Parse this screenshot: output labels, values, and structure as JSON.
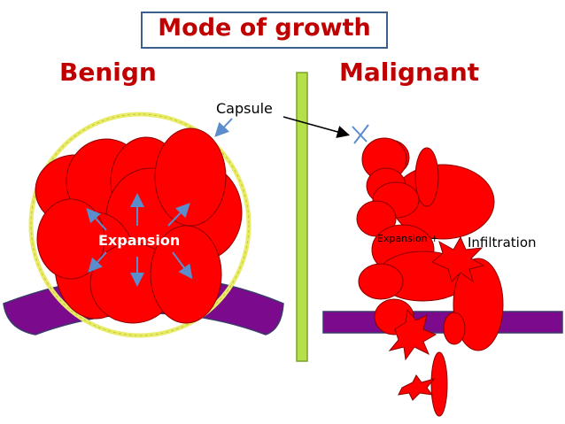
{
  "title": "Mode of growth",
  "benign_label": "Benign",
  "malignant_label": "Malignant",
  "capsule_label": "Capsule",
  "benign_expansion_label": "Expansion",
  "malignant_expansion_label": "Expansion +",
  "infiltration_label": "Infiltration",
  "colors": {
    "title_text": "#c00000",
    "tumor_cell": "#ff0000",
    "tissue_layer": "#7b0a8c",
    "divider": "#b6e04a",
    "capsule": "#e9ec6a",
    "arrow": "#5b8ccc"
  }
}
